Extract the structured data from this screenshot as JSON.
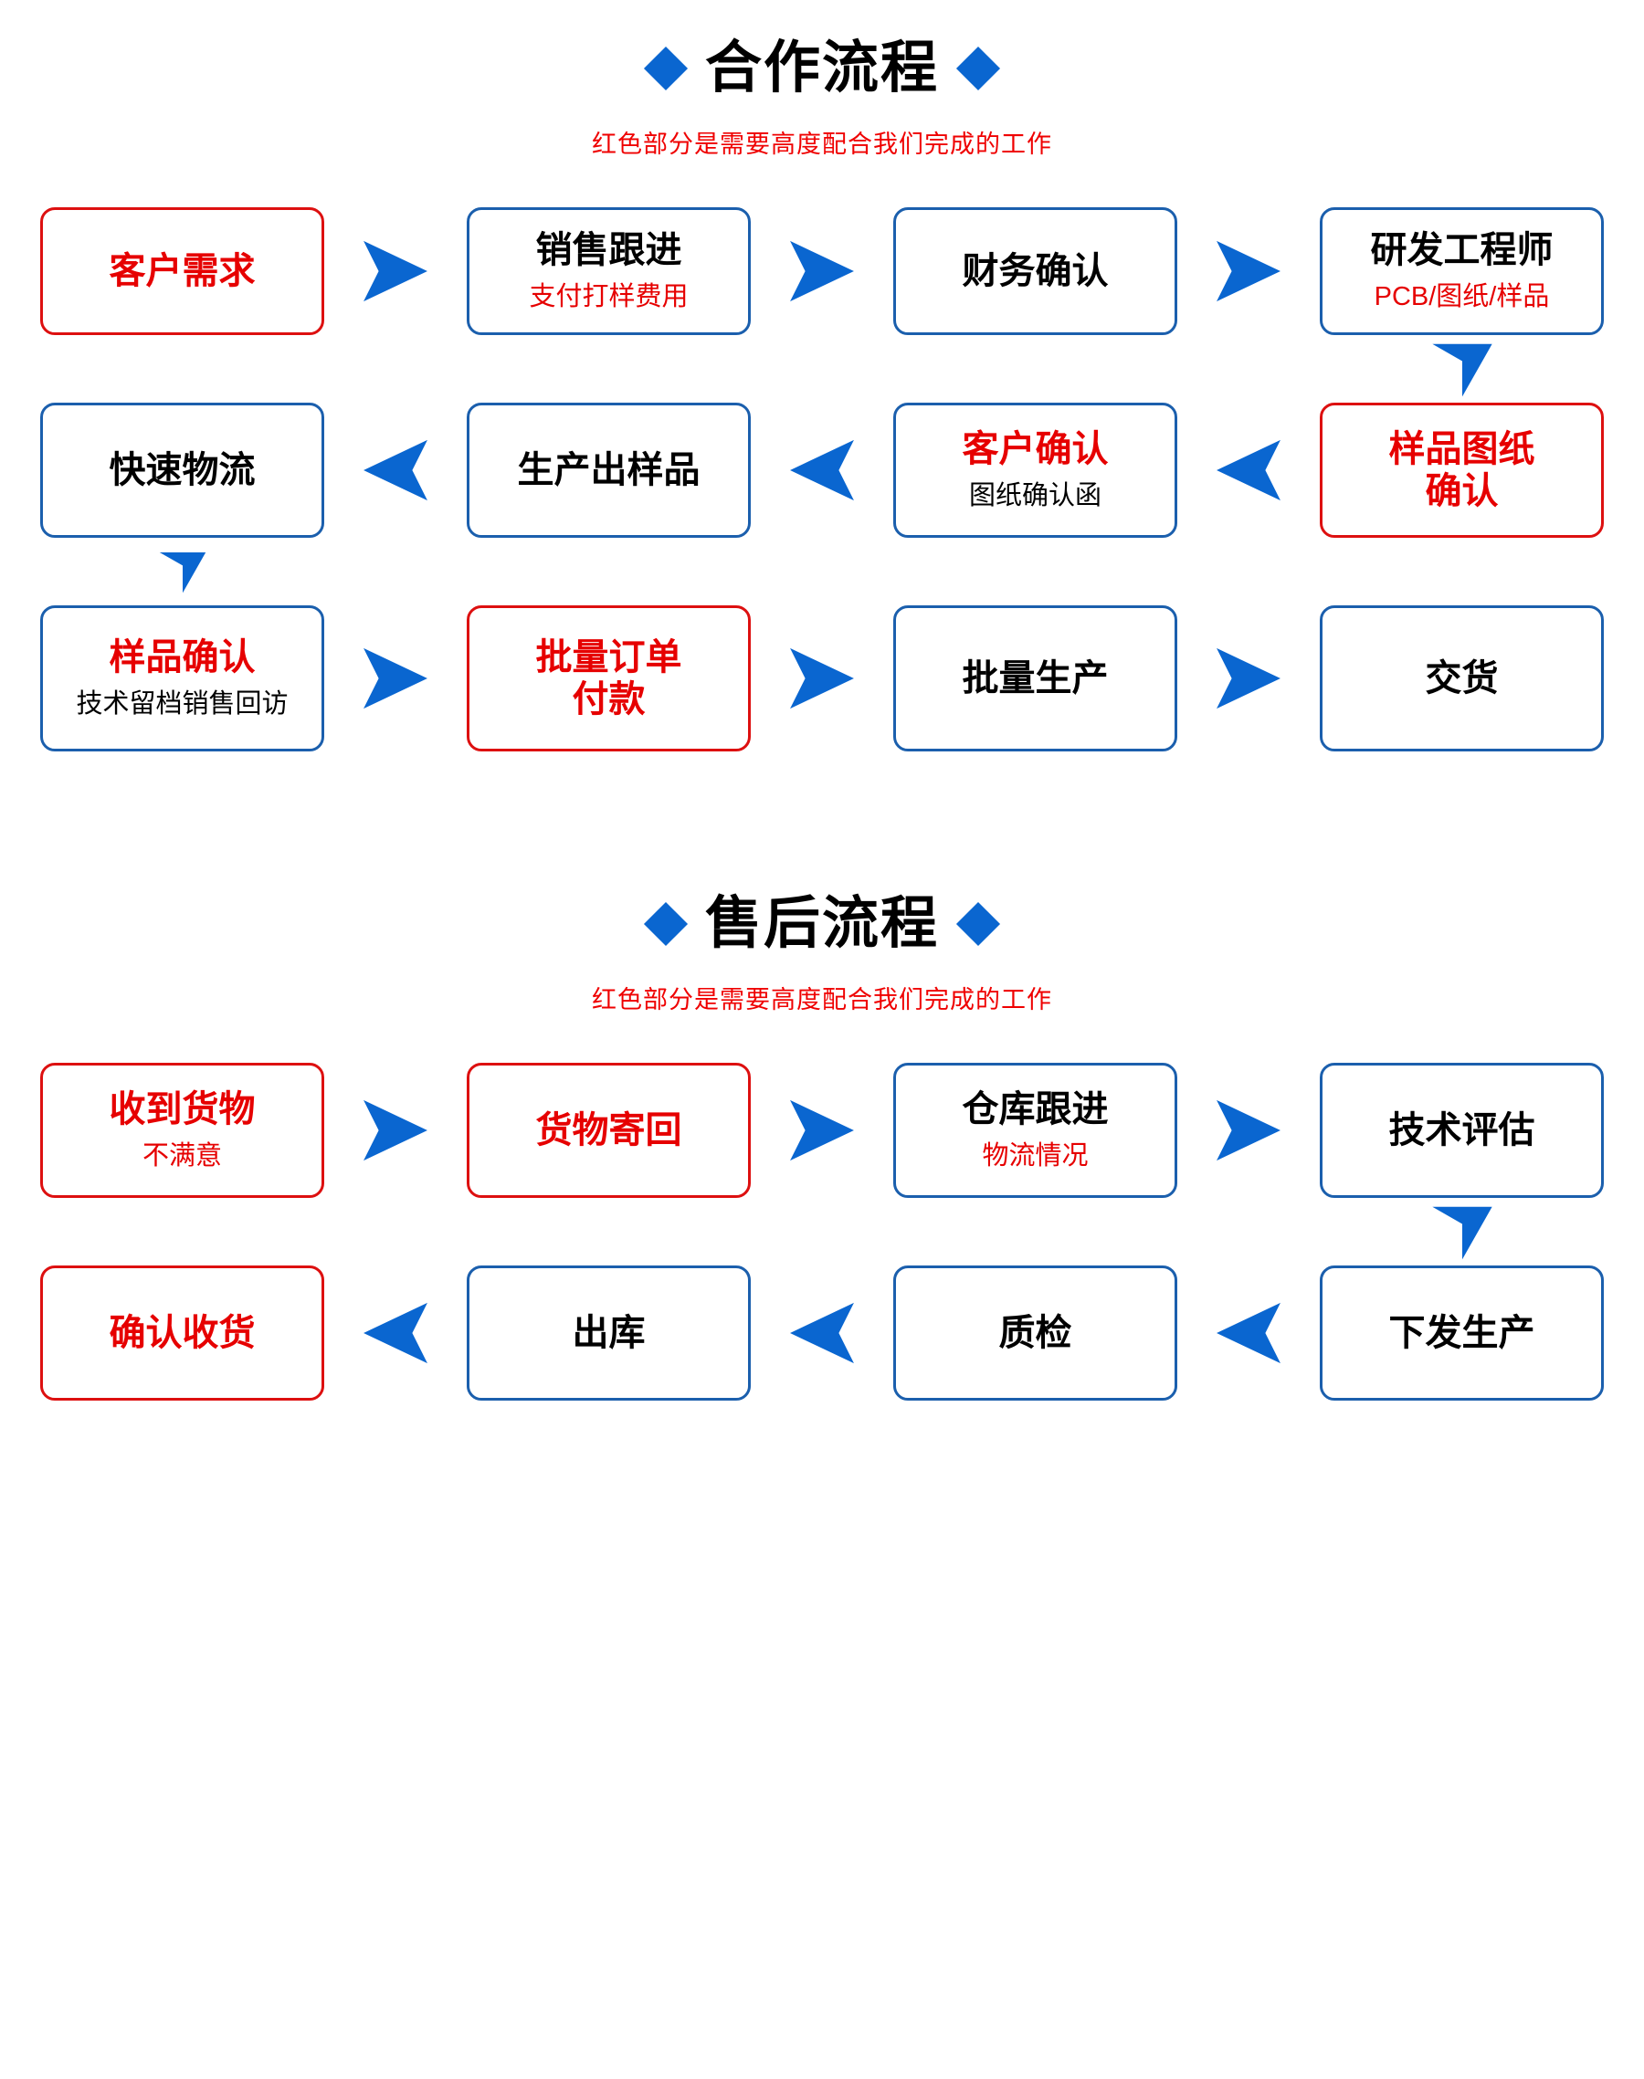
{
  "colors": {
    "blue": "#0a66d0",
    "box_blue": "#1b5fad",
    "red": "#e60000",
    "box_red": "#dd1010",
    "black": "#000000",
    "background": "#ffffff"
  },
  "sections": [
    {
      "id": "cooperation",
      "title": "合作流程",
      "subtitle": "红色部分是需要高度配合我们完成的工作",
      "left_diamond": "diamond-icon",
      "right_diamond": "diamond-icon",
      "rows": [
        {
          "direction": "right",
          "nodes": [
            {
              "title": "客户需求",
              "sub": "",
              "border": "red",
              "title_color": "red",
              "sub_color": "red"
            },
            {
              "title": "销售跟进",
              "sub": "支付打样费用",
              "border": "blue",
              "title_color": "black",
              "sub_color": "red"
            },
            {
              "title": "财务确认",
              "sub": "",
              "border": "blue",
              "title_color": "black",
              "sub_color": "red"
            },
            {
              "title": "研发工程师",
              "sub": "PCB/图纸/样品",
              "border": "blue",
              "title_color": "black",
              "sub_color": "red"
            }
          ]
        },
        {
          "direction": "left",
          "nodes": [
            {
              "title": "快速物流",
              "sub": "",
              "border": "blue",
              "title_color": "black",
              "sub_color": "black"
            },
            {
              "title": "生产出样品",
              "sub": "",
              "border": "blue",
              "title_color": "black",
              "sub_color": "black"
            },
            {
              "title": "客户确认",
              "sub": "图纸确认函",
              "border": "blue",
              "title_color": "red",
              "sub_color": "black"
            },
            {
              "title": "样品图纸\n确认",
              "sub": "",
              "border": "red",
              "title_color": "red",
              "sub_color": "red"
            }
          ]
        },
        {
          "direction": "right",
          "nodes": [
            {
              "title": "样品确认",
              "sub": "技术留档销售回访",
              "border": "blue",
              "title_color": "red",
              "sub_color": "black"
            },
            {
              "title": "批量订单\n付款",
              "sub": "",
              "border": "red",
              "title_color": "red",
              "sub_color": "red"
            },
            {
              "title": "批量生产",
              "sub": "",
              "border": "blue",
              "title_color": "black",
              "sub_color": "black"
            },
            {
              "title": "交货",
              "sub": "",
              "border": "blue",
              "title_color": "black",
              "sub_color": "black"
            }
          ]
        }
      ],
      "connectors": [
        {
          "from_row": 0,
          "to_row": 1,
          "column": 3,
          "type": "arrow-down-icon"
        },
        {
          "from_row": 1,
          "to_row": 2,
          "column": 0,
          "type": "arrow-down-icon"
        }
      ]
    },
    {
      "id": "after-sales",
      "title": "售后流程",
      "subtitle": "红色部分是需要高度配合我们完成的工作",
      "left_diamond": "diamond-icon",
      "right_diamond": "diamond-icon",
      "rows": [
        {
          "direction": "right",
          "nodes": [
            {
              "title": "收到货物",
              "sub": "不满意",
              "border": "red",
              "title_color": "red",
              "sub_color": "red"
            },
            {
              "title": "货物寄回",
              "sub": "",
              "border": "red",
              "title_color": "red",
              "sub_color": "red"
            },
            {
              "title": "仓库跟进",
              "sub": "物流情况",
              "border": "blue",
              "title_color": "black",
              "sub_color": "red"
            },
            {
              "title": "技术评估",
              "sub": "",
              "border": "blue",
              "title_color": "black",
              "sub_color": "black"
            }
          ]
        },
        {
          "direction": "left",
          "nodes": [
            {
              "title": "确认收货",
              "sub": "",
              "border": "red",
              "title_color": "red",
              "sub_color": "red"
            },
            {
              "title": "出库",
              "sub": "",
              "border": "blue",
              "title_color": "black",
              "sub_color": "black"
            },
            {
              "title": "质检",
              "sub": "",
              "border": "blue",
              "title_color": "black",
              "sub_color": "black"
            },
            {
              "title": "下发生产",
              "sub": "",
              "border": "blue",
              "title_color": "black",
              "sub_color": "black"
            }
          ]
        }
      ],
      "connectors": [
        {
          "from_row": 0,
          "to_row": 1,
          "column": 3,
          "type": "arrow-down-icon"
        }
      ]
    }
  ]
}
